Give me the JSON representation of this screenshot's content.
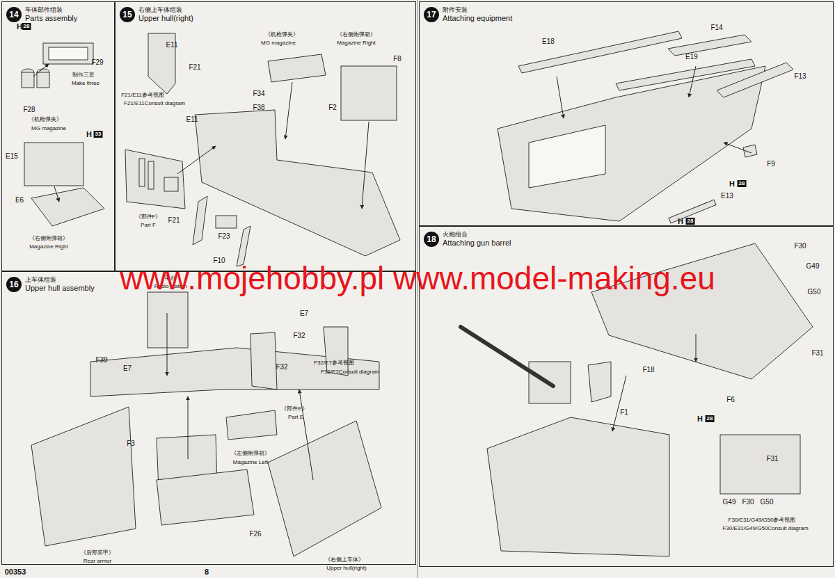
{
  "diagram": {
    "nodes": [
      {
        "text": [
          "14",
          "车体部件组装",
          "Parts assembly"
        ]
      },
      {
        "text": [
          "15",
          "右侧上车体组装",
          "Upper hull(right)"
        ]
      },
      {
        "text": [
          "16",
          "上车体组装",
          "Upper hull assembly"
        ]
      },
      {
        "text": [
          "17",
          "附件安装",
          "Attaching equipment"
        ]
      },
      {
        "text": [
          "18",
          "火炮组合",
          "Attaching gun barrel"
        ]
      }
    ],
    "labels": [
      "H",
      "28",
      "F29",
      "制作三套",
      "Make three",
      "F28",
      "《机枪弹夹》",
      "MG magazine",
      "H",
      "33",
      "E15",
      "E6",
      "《右侧炮弹箱》",
      "Magazine Right",
      "E11",
      "F21",
      "F21/E11参考视图",
      "F21/E11Consult diagram",
      "《机枪弹夹》",
      "MG magazine",
      "《右侧炮弹箱》",
      "Magazine Right",
      "F8",
      "F34",
      "F38",
      "F2",
      "E11",
      "《部件F》",
      "Part F",
      "F21",
      "F23",
      "F10",
      "电台",
      "Radio station",
      "E7",
      "F32",
      "F32/E7参考视图",
      "F32/E7Consult diagram",
      "F39",
      "E7",
      "F32",
      "《部件E》",
      "Part E",
      "F3",
      "《左侧炮弹箱》",
      "Magazine Left",
      "《后部装甲》",
      "Rear armor",
      "F26",
      "《右侧上车体》",
      "Upper hull(right)",
      "E18",
      "F14",
      "E19",
      "F13",
      "F9",
      "H",
      "28",
      "E13",
      "H",
      "28",
      "F30",
      "G49",
      "G50",
      "F31",
      "F18",
      "F1",
      "F6",
      "H",
      "28",
      "F31",
      "G49",
      "F30",
      "G50",
      "F30/E31/G49/G50参考视图",
      "F30/E31/G49/G50Consult diagram",
      "00353",
      "8",
      "www.mojehobby.pl www.model-making.eu"
    ]
  }
}
